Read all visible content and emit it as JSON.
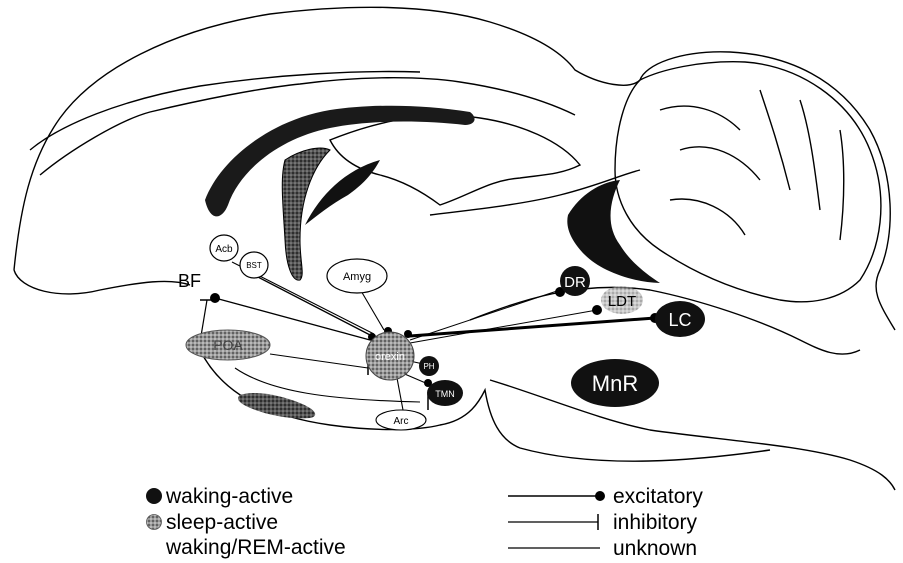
{
  "regions": {
    "acb": "Acb",
    "bst": "BST",
    "bf": "BF",
    "amyg": "Amyg",
    "dr": "DR",
    "ldt": "LDT",
    "lc": "LC",
    "vlpo": "POA",
    "orexin": "orexin",
    "ph": "PH",
    "tmn": "TMN",
    "arc": "Arc",
    "mnr": "MnR"
  },
  "legend": {
    "waking_active": "waking-active",
    "sleep_active": "sleep-active",
    "waking_rem_active": "waking/REM-active",
    "excitatory": "excitatory",
    "inhibitory": "inhibitory",
    "unknown": "unknown"
  },
  "colors": {
    "waking": "#111111",
    "sleep": "#8a8a8a",
    "line": "#000000"
  }
}
